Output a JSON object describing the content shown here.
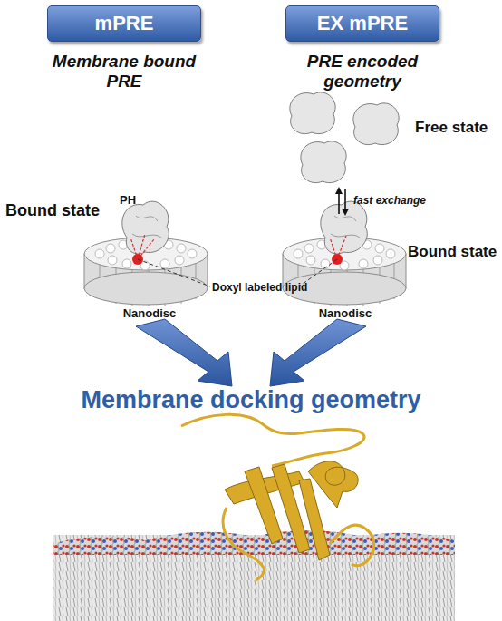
{
  "diagram": {
    "nodes": [
      {
        "text": [
          "mPRE"
        ]
      },
      {
        "text": [
          "EX mPRE"
        ]
      }
    ],
    "labels": [
      "Membrane bound PRE",
      "PRE encoded geometry",
      "Free state",
      "fast exchange",
      "Bound state",
      "PH",
      "Doxyl labeled lipid",
      "Bound state",
      "Nanodisc",
      "Nanodisc",
      "Membrane docking geometry"
    ]
  }
}
